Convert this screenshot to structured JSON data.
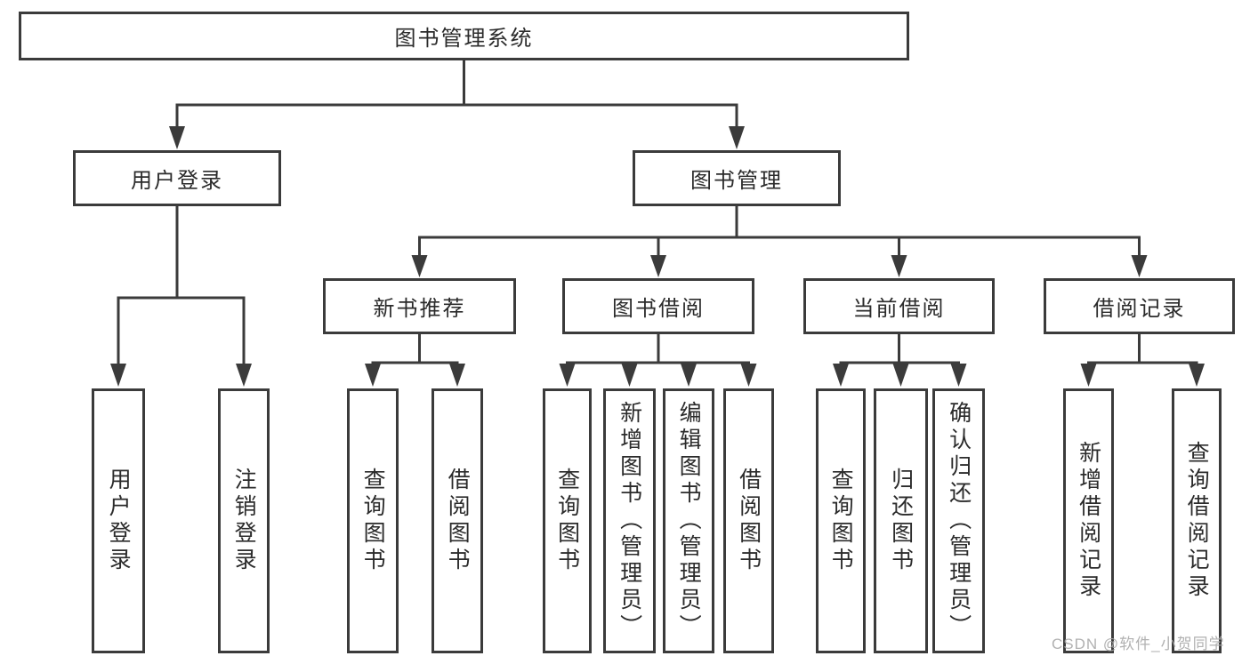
{
  "watermark": "CSDN @软件_小贺同学",
  "colors": {
    "line": "#3b3b3b",
    "text": "#2b2b2b",
    "watermark": "#a8a8a8",
    "background": "#ffffff"
  },
  "tree": {
    "root": {
      "label": "图书管理系统"
    },
    "branches": [
      {
        "label": "用户登录",
        "children": [
          {
            "label": "用户登录"
          },
          {
            "label": "注销登录"
          }
        ]
      },
      {
        "label": "图书管理",
        "children": [
          {
            "label": "新书推荐",
            "children": [
              {
                "label": "查询图书"
              },
              {
                "label": "借阅图书"
              }
            ]
          },
          {
            "label": "图书借阅",
            "children": [
              {
                "label": "查询图书"
              },
              {
                "label": "新增图书（管理员）"
              },
              {
                "label": "编辑图书（管理员）"
              },
              {
                "label": "借阅图书"
              }
            ]
          },
          {
            "label": "当前借阅",
            "children": [
              {
                "label": "查询图书"
              },
              {
                "label": "归还图书"
              },
              {
                "label": "确认归还（管理员）"
              }
            ]
          },
          {
            "label": "借阅记录",
            "children": [
              {
                "label": "新增借阅记录"
              },
              {
                "label": "查询借阅记录"
              }
            ]
          }
        ]
      }
    ]
  }
}
